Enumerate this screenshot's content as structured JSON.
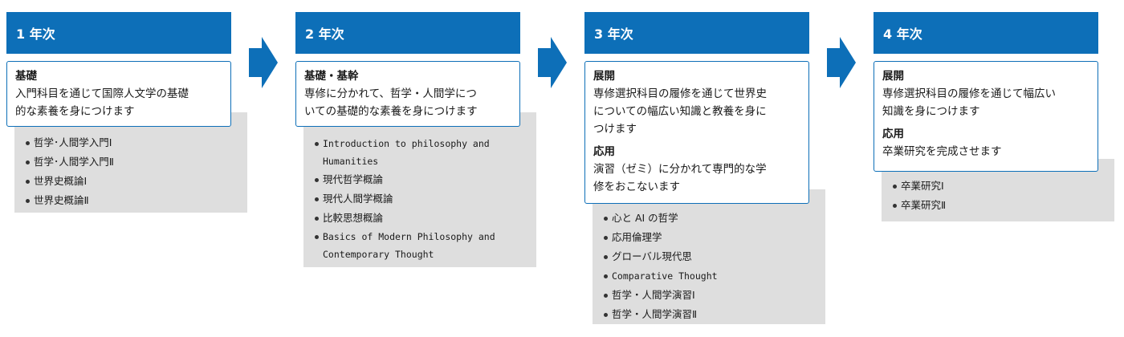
{
  "colors": {
    "accent": "#0d6fb8",
    "panel": "#dedede",
    "box_border": "#0d6fb8"
  },
  "years": [
    {
      "title": "1 年次",
      "sections": [
        {
          "heading": "基礎",
          "text_lines": [
            "入門科目を通じて国際人文学の基礎",
            "的な素養を身につけます"
          ]
        }
      ],
      "courses": [
        "哲学･人間学入門Ⅰ",
        "哲学･人間学入門Ⅱ",
        "世界史概論Ⅰ",
        "世界史概論Ⅱ"
      ]
    },
    {
      "title": "2 年次",
      "sections": [
        {
          "heading": "基礎・基幹",
          "text_lines": [
            "専修に分かれて、哲学・人間学につ",
            "いての基礎的な素養を身につけます"
          ]
        }
      ],
      "courses": [
        "Introduction to philosophy and Humanities",
        "現代哲学概論",
        "現代人間学概論",
        "比較思想概論",
        "Basics of Modern Philosophy and Contemporary Thought"
      ]
    },
    {
      "title": "3 年次",
      "sections": [
        {
          "heading": "展開",
          "text_lines": [
            "専修選択科目の履修を通じて世界史",
            "についての幅広い知識と教養を身に",
            "つけます"
          ]
        },
        {
          "heading": "応用",
          "text_lines": [
            "演習（ゼミ）に分かれて専門的な学",
            "修をおこないます"
          ]
        }
      ],
      "courses": [
        "心と AI の哲学",
        "応用倫理学",
        "グローバル現代思",
        "Comparative Thought",
        "哲学・人間学演習Ⅰ",
        "哲学・人間学演習Ⅱ"
      ]
    },
    {
      "title": "4 年次",
      "sections": [
        {
          "heading": "展開",
          "text_lines": [
            "専修選択科目の履修を通じて幅広い",
            "知識を身につけます"
          ]
        },
        {
          "heading": "応用",
          "text_lines": [
            "卒業研究を完成させます"
          ]
        }
      ],
      "courses": [
        "卒業研究Ⅰ",
        "卒業研究Ⅱ"
      ]
    }
  ]
}
